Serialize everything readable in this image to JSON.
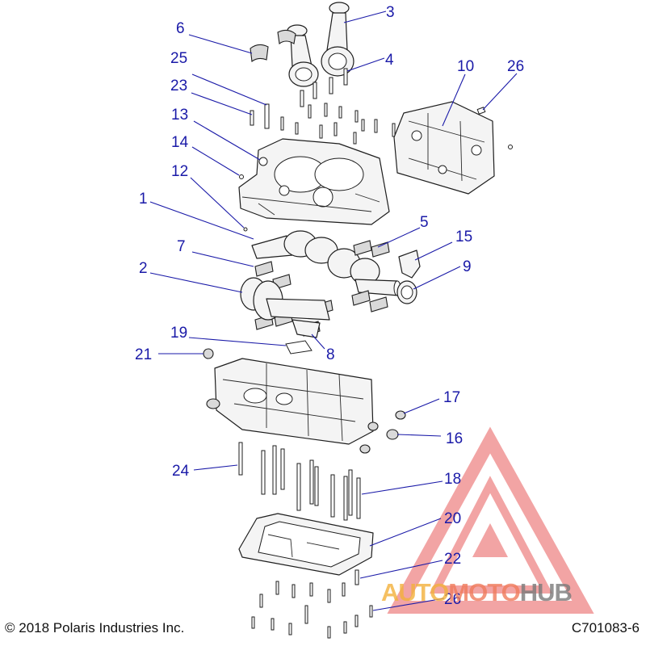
{
  "diagram": {
    "callouts": [
      {
        "id": "c1",
        "label": "1"
      },
      {
        "id": "c2",
        "label": "2"
      },
      {
        "id": "c3",
        "label": "3"
      },
      {
        "id": "c4",
        "label": "4"
      },
      {
        "id": "c5",
        "label": "5"
      },
      {
        "id": "c6",
        "label": "6"
      },
      {
        "id": "c7",
        "label": "7"
      },
      {
        "id": "c8",
        "label": "8"
      },
      {
        "id": "c9",
        "label": "9"
      },
      {
        "id": "c10",
        "label": "10"
      },
      {
        "id": "c12",
        "label": "12"
      },
      {
        "id": "c13",
        "label": "13"
      },
      {
        "id": "c14",
        "label": "14"
      },
      {
        "id": "c15",
        "label": "15"
      },
      {
        "id": "c16",
        "label": "16"
      },
      {
        "id": "c17",
        "label": "17"
      },
      {
        "id": "c18",
        "label": "18"
      },
      {
        "id": "c19",
        "label": "19"
      },
      {
        "id": "c20",
        "label": "20"
      },
      {
        "id": "c21",
        "label": "21"
      },
      {
        "id": "c22",
        "label": "22"
      },
      {
        "id": "c23",
        "label": "23"
      },
      {
        "id": "c24",
        "label": "24"
      },
      {
        "id": "c25",
        "label": "25"
      },
      {
        "id": "c26a",
        "label": "26"
      },
      {
        "id": "c26b",
        "label": "26"
      }
    ]
  },
  "footer": {
    "copyright": "© 2018 Polaris Industries Inc.",
    "ref_code": "C701083-6"
  },
  "watermark": {
    "part1": "AUTO",
    "part2": "MOTO",
    "part3": "HUB",
    "colors": {
      "triangle": "#e85a5a",
      "auto": "#f3b13c",
      "moto": "#f07b5c",
      "hub": "#7a7a7a"
    }
  },
  "colors": {
    "callout": "#1a1aa8",
    "line": "#1e1e1e"
  }
}
